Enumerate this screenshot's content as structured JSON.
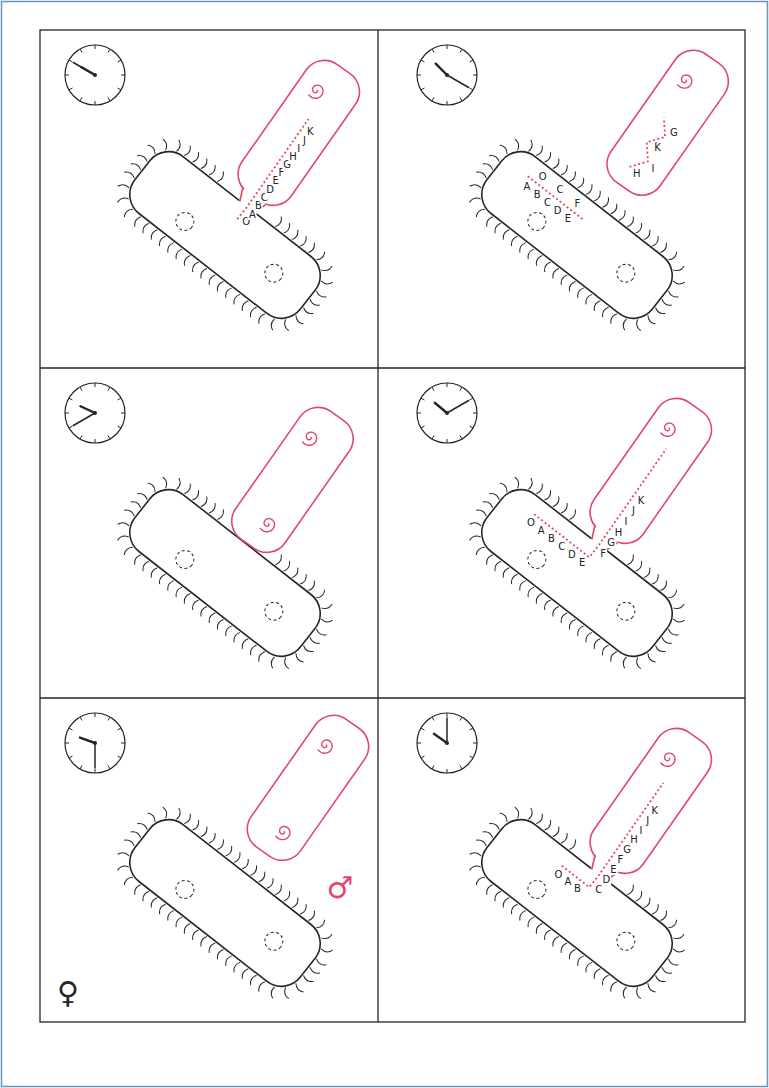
{
  "diagram": {
    "labels": [
      "♀",
      "♂",
      "O",
      "A",
      "B",
      "C",
      "D",
      "E",
      "F",
      "G",
      "H",
      "I",
      "J",
      "K",
      "O",
      "A",
      "B",
      "C",
      "D",
      "E",
      "F",
      "G",
      "H",
      "I",
      "J",
      "K",
      "O",
      "A",
      "B",
      "C",
      "D",
      "E",
      "F",
      "G",
      "H",
      "I",
      "J",
      "K",
      "O",
      "C",
      "F",
      "A",
      "B",
      "C",
      "D",
      "E",
      "H",
      "I",
      "J",
      "K",
      "G"
    ]
  }
}
